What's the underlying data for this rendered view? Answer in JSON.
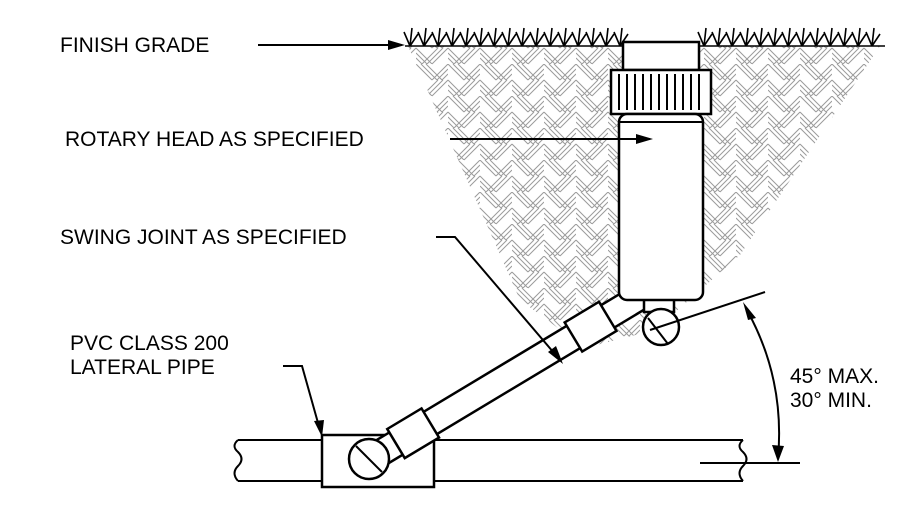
{
  "labels": {
    "finish_grade": "FINISH GRADE",
    "rotary_head": "ROTARY HEAD AS SPECIFIED",
    "swing_joint": "SWING JOINT AS SPECIFIED",
    "pvc_line1": "PVC CLASS 200",
    "pvc_line2": "LATERAL PIPE",
    "angle_max": "45° MAX.",
    "angle_min": "30° MIN."
  }
}
